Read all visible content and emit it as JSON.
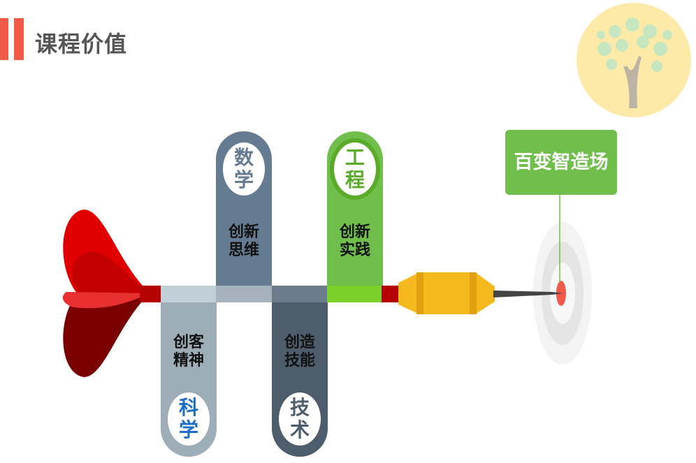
{
  "title": "课程价值",
  "goal": "百变智造场",
  "pillars": {
    "math": {
      "circle": [
        "数",
        "学"
      ],
      "label": [
        "创新",
        "思维"
      ]
    },
    "engineering": {
      "circle": [
        "工",
        "程"
      ],
      "label": [
        "创新",
        "实践"
      ]
    },
    "science": {
      "circle": [
        "科",
        "学"
      ],
      "label": [
        "创客",
        "精神"
      ]
    },
    "tech": {
      "circle": [
        "技",
        "术"
      ],
      "label": [
        "创造",
        "技能"
      ]
    }
  },
  "colors": {
    "accent": "#f05a47",
    "math": "#657b91",
    "engineering": "#70bf4c",
    "science": "#9eaeb8",
    "tech": "#4e5d6b",
    "dart_red": "#d40000",
    "dart_yellow": "#f5b81f"
  }
}
